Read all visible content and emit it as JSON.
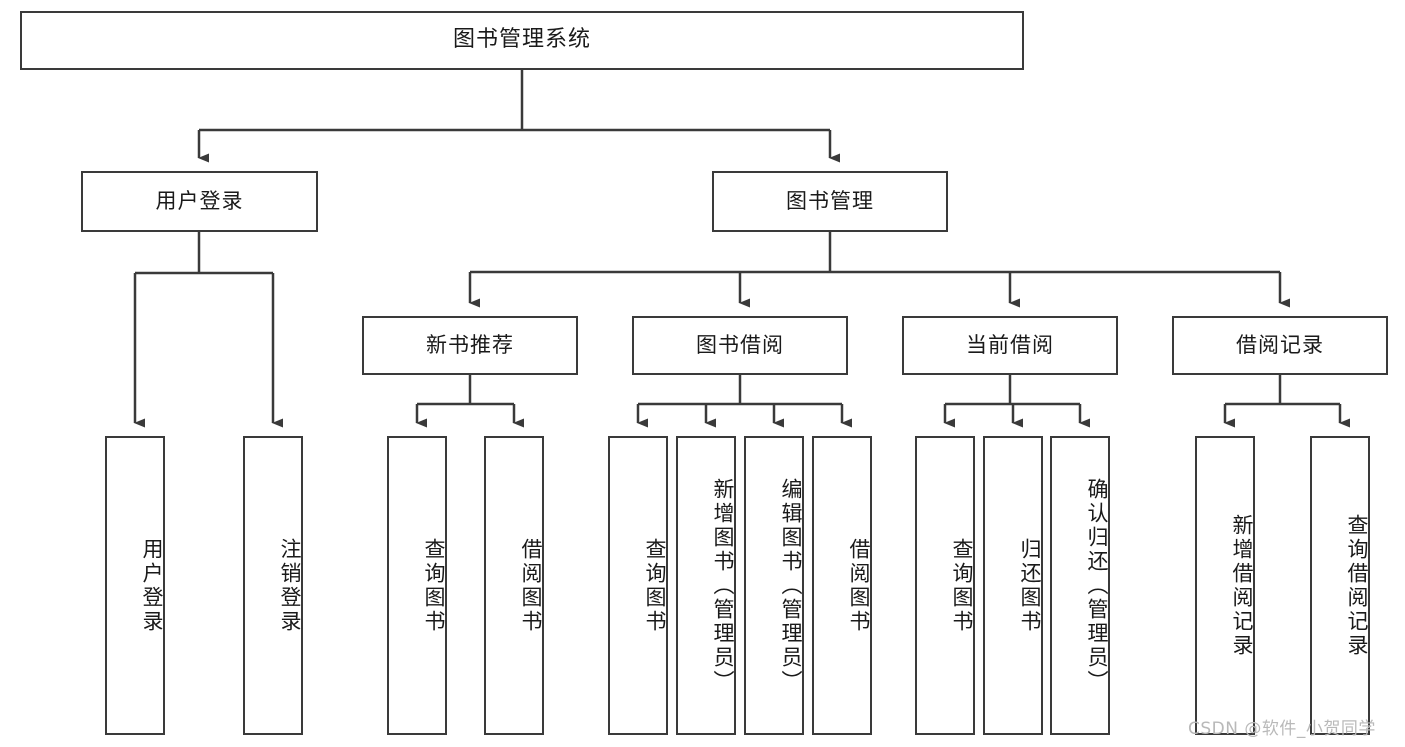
{
  "diagram": {
    "type": "tree-hierarchy",
    "title": "图书管理系统",
    "watermark": "CSDN @软件_小贺同学",
    "accent_color": "#3a3a3a",
    "background_color": "#ffffff",
    "levels": {
      "root": {
        "label": "图书管理系统"
      },
      "level2": [
        {
          "id": "user-login",
          "label": "用户登录"
        },
        {
          "id": "book-management",
          "label": "图书管理"
        }
      ],
      "level3": [
        {
          "id": "new-book-recommend",
          "label": "新书推荐",
          "parent": "book-management"
        },
        {
          "id": "book-borrow",
          "label": "图书借阅",
          "parent": "book-management"
        },
        {
          "id": "current-borrow",
          "label": "当前借阅",
          "parent": "book-management"
        },
        {
          "id": "borrow-record",
          "label": "借阅记录",
          "parent": "book-management"
        }
      ],
      "leaves": [
        {
          "id": "leaf-user-login",
          "label": "用户登录",
          "parent": "user-login"
        },
        {
          "id": "leaf-logout-login",
          "label": "注销登录",
          "parent": "user-login"
        },
        {
          "id": "leaf-query-book-1",
          "label": "查询图书",
          "parent": "new-book-recommend"
        },
        {
          "id": "leaf-borrow-book-1",
          "label": "借阅图书",
          "parent": "new-book-recommend"
        },
        {
          "id": "leaf-query-book-2",
          "label": "查询图书",
          "parent": "book-borrow"
        },
        {
          "id": "leaf-add-book",
          "label": "新增图书（管理员）",
          "parent": "book-borrow"
        },
        {
          "id": "leaf-edit-book",
          "label": "编辑图书（管理员）",
          "parent": "book-borrow"
        },
        {
          "id": "leaf-borrow-book-2",
          "label": "借阅图书",
          "parent": "book-borrow"
        },
        {
          "id": "leaf-query-book-3",
          "label": "查询图书",
          "parent": "current-borrow"
        },
        {
          "id": "leaf-return-book",
          "label": "归还图书",
          "parent": "current-borrow"
        },
        {
          "id": "leaf-confirm-return",
          "label": "确认归还（管理员）",
          "parent": "current-borrow"
        },
        {
          "id": "leaf-add-record",
          "label": "新增借阅记录",
          "parent": "borrow-record"
        },
        {
          "id": "leaf-query-record",
          "label": "查询借阅记录",
          "parent": "borrow-record"
        }
      ]
    }
  }
}
